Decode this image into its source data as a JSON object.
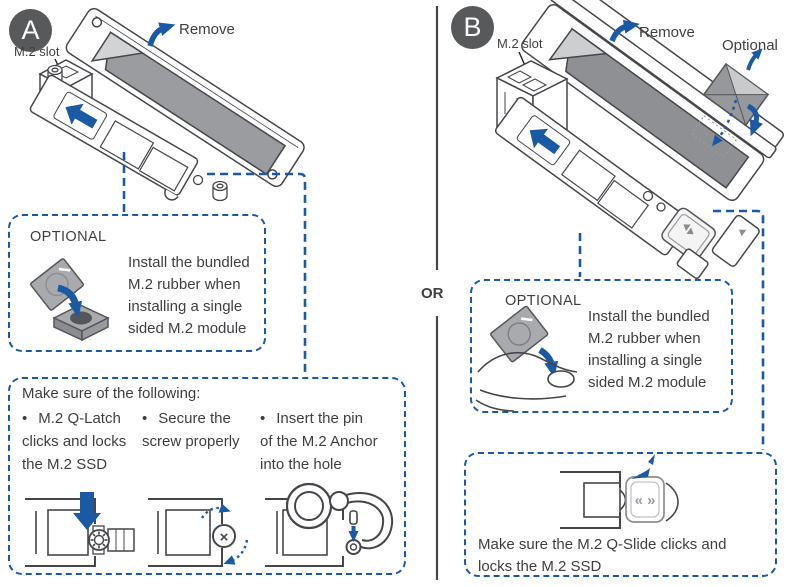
{
  "colors": {
    "accent_blue": "#1a5aa5",
    "badge_gray": "#58595b",
    "text_dark": "#3e3f42",
    "pad_gray": "#a8aaad"
  },
  "divider": {
    "or_label": "OR"
  },
  "glyphs": {
    "bullet": "•",
    "screw_cross": "×",
    "qslide_arrows": "« »"
  },
  "panel_a": {
    "badge": "A",
    "m2_slot_label": "M.2 slot",
    "remove_label": "Remove",
    "optional_box": {
      "title": "OPTIONAL",
      "lines": [
        "Install the bundled",
        "M.2 rubber when",
        "installing a single",
        "sided M.2 module"
      ]
    },
    "checklist_box": {
      "title": "Make sure of the following:",
      "items": [
        {
          "lines": [
            "M.2 Q-Latch",
            "clicks and locks",
            "the M.2 SSD"
          ]
        },
        {
          "lines": [
            "Secure the",
            "screw properly"
          ]
        },
        {
          "lines": [
            "Insert the pin",
            "of the M.2 Anchor",
            "into the hole"
          ]
        }
      ]
    }
  },
  "panel_b": {
    "badge": "B",
    "m2_slot_label": "M.2 slot",
    "remove_label": "Remove",
    "optional_label": "Optional",
    "optional_box": {
      "title": "OPTIONAL",
      "lines": [
        "Install the bundled",
        "M.2 rubber when",
        "installing a single",
        "sided M.2 module"
      ]
    },
    "qslide_box": {
      "lines": [
        "Make sure the M.2 Q-Slide clicks and",
        "locks the M.2 SSD"
      ]
    }
  }
}
